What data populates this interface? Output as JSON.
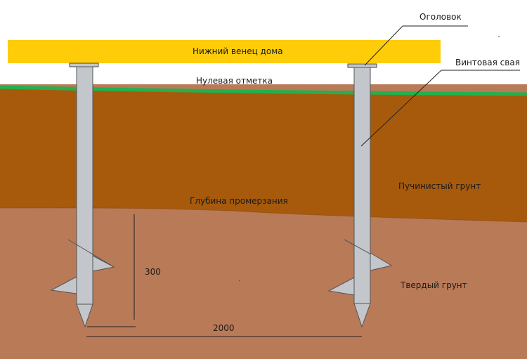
{
  "labels": {
    "house_beam": "Нижний венец дома",
    "zero_mark": "Нулевая отметка",
    "pile_cap": "Оголовок",
    "screw_pile": "Винтовая свая",
    "heaving_soil": "Пучинистый грунт",
    "freezing_depth": "Глубина промерзания",
    "solid_soil": "Твердый грунт"
  },
  "dimensions": {
    "blade_depth": "300",
    "pile_spacing": "2000"
  },
  "colors": {
    "house_beam": "#ffcc0a",
    "grass": "#22b14c",
    "heaving_soil": "#a75a0c",
    "solid_soil": "#b97a57",
    "pile": "#c3c7cb",
    "line": "#222222"
  }
}
